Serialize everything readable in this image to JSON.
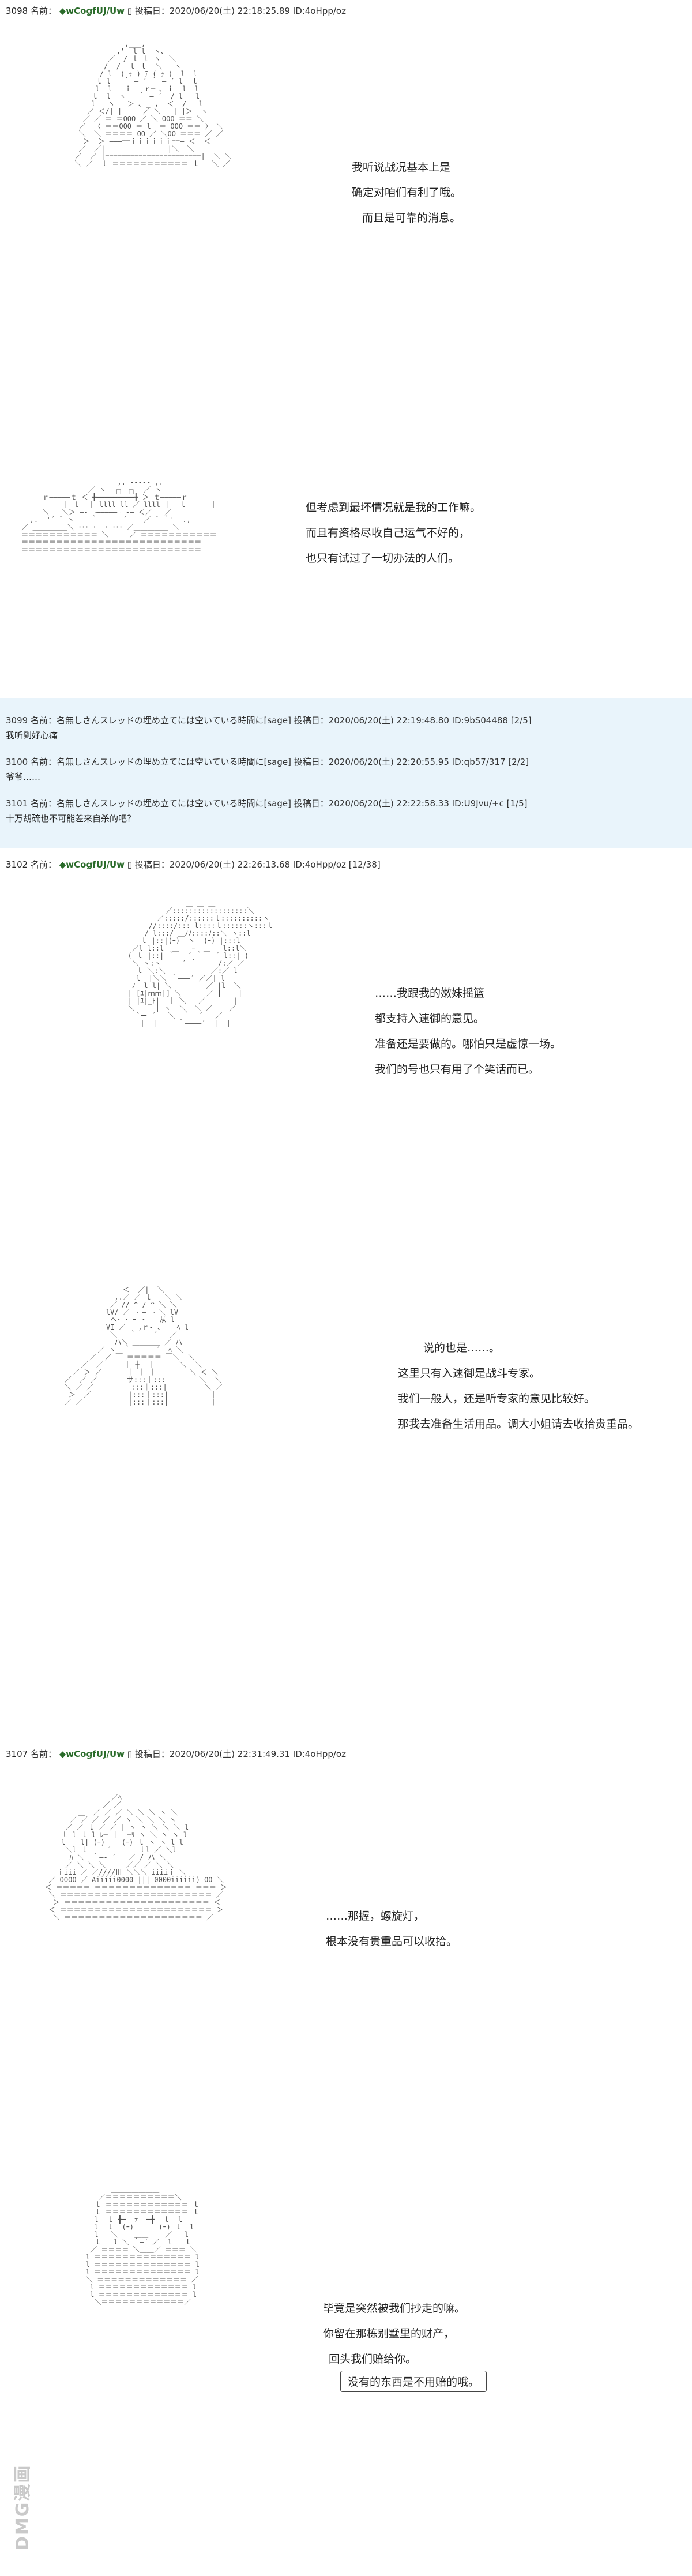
{
  "posts": [
    {
      "num": "3098",
      "label": "名前：",
      "name": "◆wCogfUJ/Uw",
      "mark": "▯",
      "time": "投稿日：2020/06/20(土) 22:18:25.89",
      "id": "ID:4oHpp/oz",
      "count": ""
    },
    {
      "num": "3102",
      "label": "名前：",
      "name": "◆wCogfUJ/Uw",
      "mark": "▯",
      "time": "投稿日：2020/06/20(土) 22:26:13.68",
      "id": "ID:4oHpp/oz",
      "count": "[12/38]"
    },
    {
      "num": "3107",
      "label": "名前：",
      "name": "◆wCogfUJ/Uw",
      "mark": "▯",
      "time": "投稿日：2020/06/20(土) 22:31:49.31",
      "id": "ID:4oHpp/oz",
      "count": ""
    }
  ],
  "replies": [
    {
      "line": "3099 名前：名無しさんスレッドの埋め立てには空いている時間に[sage] 投稿日：2020/06/20(土) 22:19:48.80 ID:9bS04488 [2/5]",
      "body": "我听到好心痛"
    },
    {
      "line": "3100 名前：名無しさんスレッドの埋め立てには空いている時間に[sage] 投稿日：2020/06/20(土) 22:20:55.95 ID:qb57/317 [2/2]",
      "body": "爷爷……"
    },
    {
      "line": "3101 名前：名無しさんスレッドの埋め立てには空いている時間に[sage] 投稿日：2020/06/20(土) 22:22:58.33 ID:U9Jvu/+c [1/5]",
      "body": "十万胡硫也不可能差来自杀的吧？"
    }
  ],
  "scenes": [
    {
      "lines": [
        "我听说战况基本上是",
        "确定对咱们有利了哦。",
        "而且是可靠的消息。"
      ]
    },
    {
      "lines": [
        "但考虑到最坏情况就是我的工作嘛。",
        "而且有资格尽收自己运气不好的，",
        "也只有试过了一切办法的人们。"
      ]
    },
    {
      "lines": [
        "……我跟我的嫩妹摇篮",
        "都支持入速御的意见。",
        "准备还是要做的。哪怕只是虚惊一场。",
        "我们的号也只有用了个笑话而已。"
      ]
    },
    {
      "lines": [
        "说的也是……。",
        "这里只有入速御是战斗专家。",
        "我们一般人，还是听专家的意见比较好。",
        "那我去准备生活用品。调大小姐请去收拾贵重品。"
      ]
    },
    {
      "lines": [
        "……那握，螺旋灯，",
        "根本没有贵重品可以收拾。"
      ]
    },
    {
      "lines": [
        "毕竟是突然被我们抄走的嘛。",
        "你留在那栋别墅里的财产，",
        "回头我们赔给你。"
      ]
    }
  ],
  "bubble": "没有的东西是不用赔的哦。",
  "watermark": "DMG漫画"
}
